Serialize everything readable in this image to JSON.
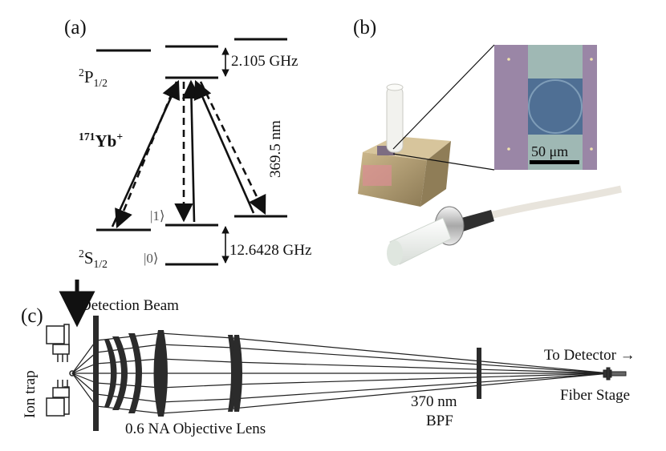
{
  "panels": {
    "a": "(a)",
    "b": "(b)",
    "c": "(c)"
  },
  "energy_levels": {
    "p_state": {
      "letter": "P",
      "superscript": "2",
      "subscript": "1/2"
    },
    "s_state": {
      "letter": "S",
      "superscript": "2",
      "subscript": "1/2"
    },
    "ion": {
      "mass_number": "171",
      "element": "Yb",
      "charge": "+"
    },
    "p_splitting": "2.105 GHz",
    "s_splitting": "12.6428 GHz",
    "wavelength": "369.5 nm",
    "ket_1": "|1⟩",
    "ket_0": "|0⟩"
  },
  "photo": {
    "scale_bar": "50 μm"
  },
  "optics": {
    "detection_beam": "Detection Beam",
    "ion_trap": "Ion trap",
    "objective": "0.6 NA Objective Lens",
    "filter_top": "370 nm",
    "filter_bottom": "BPF",
    "to_detector": "To Detector →",
    "fiber_stage": "Fiber Stage"
  },
  "colors": {
    "ink": "#111111",
    "chip_purple": "#9a86a6",
    "chip_teal": "#9fb8b4",
    "window_blue": "#4f6f94",
    "gold": "#b8a27a",
    "lens_dark": "#2b2b2b"
  }
}
